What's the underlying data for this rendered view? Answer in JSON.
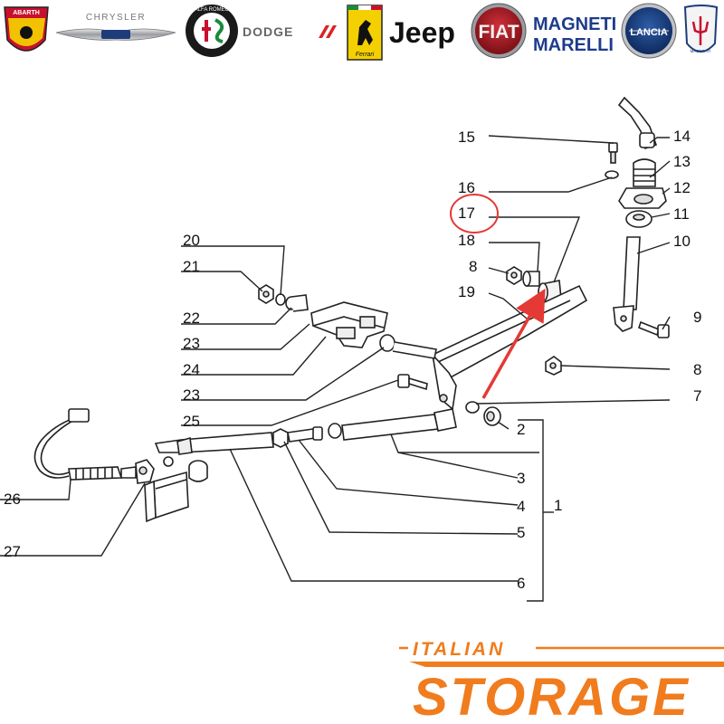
{
  "brands": {
    "abarth": "ABARTH",
    "chrysler": "CHRYSLER",
    "alfa_romeo": "ALFA ROMEO",
    "dodge": "DODGE",
    "ferrari": "Ferrari",
    "jeep": "Jeep",
    "fiat": "FIAT",
    "magneti_line1": "MAGNETI",
    "magneti_line2": "MARELLI",
    "lancia": "LANCIA",
    "maserati": "MASERATI"
  },
  "diagram": {
    "callouts": {
      "c1": "1",
      "c2": "2",
      "c3": "3",
      "c4": "4",
      "c5": "5",
      "c6": "6",
      "c7": "7",
      "c8a": "8",
      "c8b": "8",
      "c9": "9",
      "c10": "10",
      "c11": "11",
      "c12": "12",
      "c13": "13",
      "c14": "14",
      "c15": "15",
      "c16": "16",
      "c17": "17",
      "c18": "18",
      "c19": "19",
      "c20": "20",
      "c21": "21",
      "c22": "22",
      "c23a": "23",
      "c23b": "23",
      "c24": "24",
      "c25": "25",
      "c26": "26",
      "c27": "27"
    },
    "highlighted_part": "17",
    "highlight_color": "#e53935",
    "line_color": "#222222"
  },
  "footer": {
    "logo_top": "ITALIAN",
    "logo_main": "STORAGE",
    "accent_color": "#f07c1e"
  }
}
